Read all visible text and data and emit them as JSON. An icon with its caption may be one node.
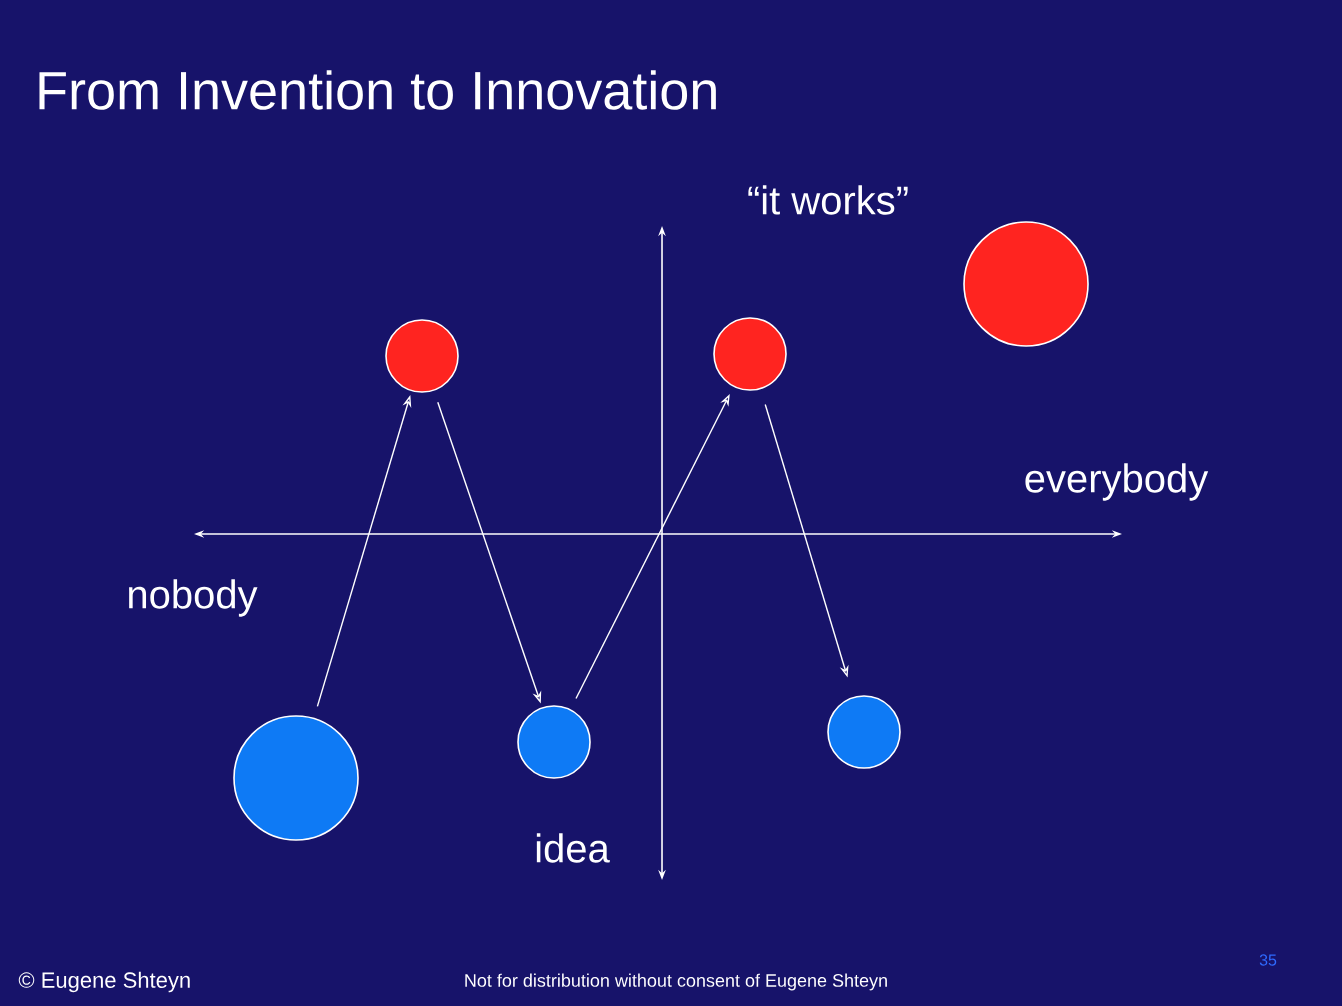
{
  "diagram": {
    "title": "From Invention to Innovation",
    "nodes": [
      {
        "text": [],
        "shape": "circle"
      },
      {
        "text": [],
        "shape": "circle"
      },
      {
        "text": [],
        "shape": "circle"
      },
      {
        "text": [],
        "shape": "circle"
      },
      {
        "text": [],
        "shape": "circle"
      },
      {
        "text": [],
        "shape": "circle"
      }
    ],
    "edges": [
      {
        "from": 0,
        "to": 1,
        "arrow": "to"
      },
      {
        "from": 1,
        "to": 2,
        "arrow": "to"
      },
      {
        "from": 2,
        "to": 3,
        "arrow": "to"
      },
      {
        "from": 3,
        "to": 4,
        "arrow": "to"
      }
    ],
    "labels": [
      "“it works”",
      "everybody",
      "nobody",
      "idea",
      "© Eugene Shteyn",
      "Not for distribution without consent of Eugene Shteyn",
      "35"
    ]
  }
}
